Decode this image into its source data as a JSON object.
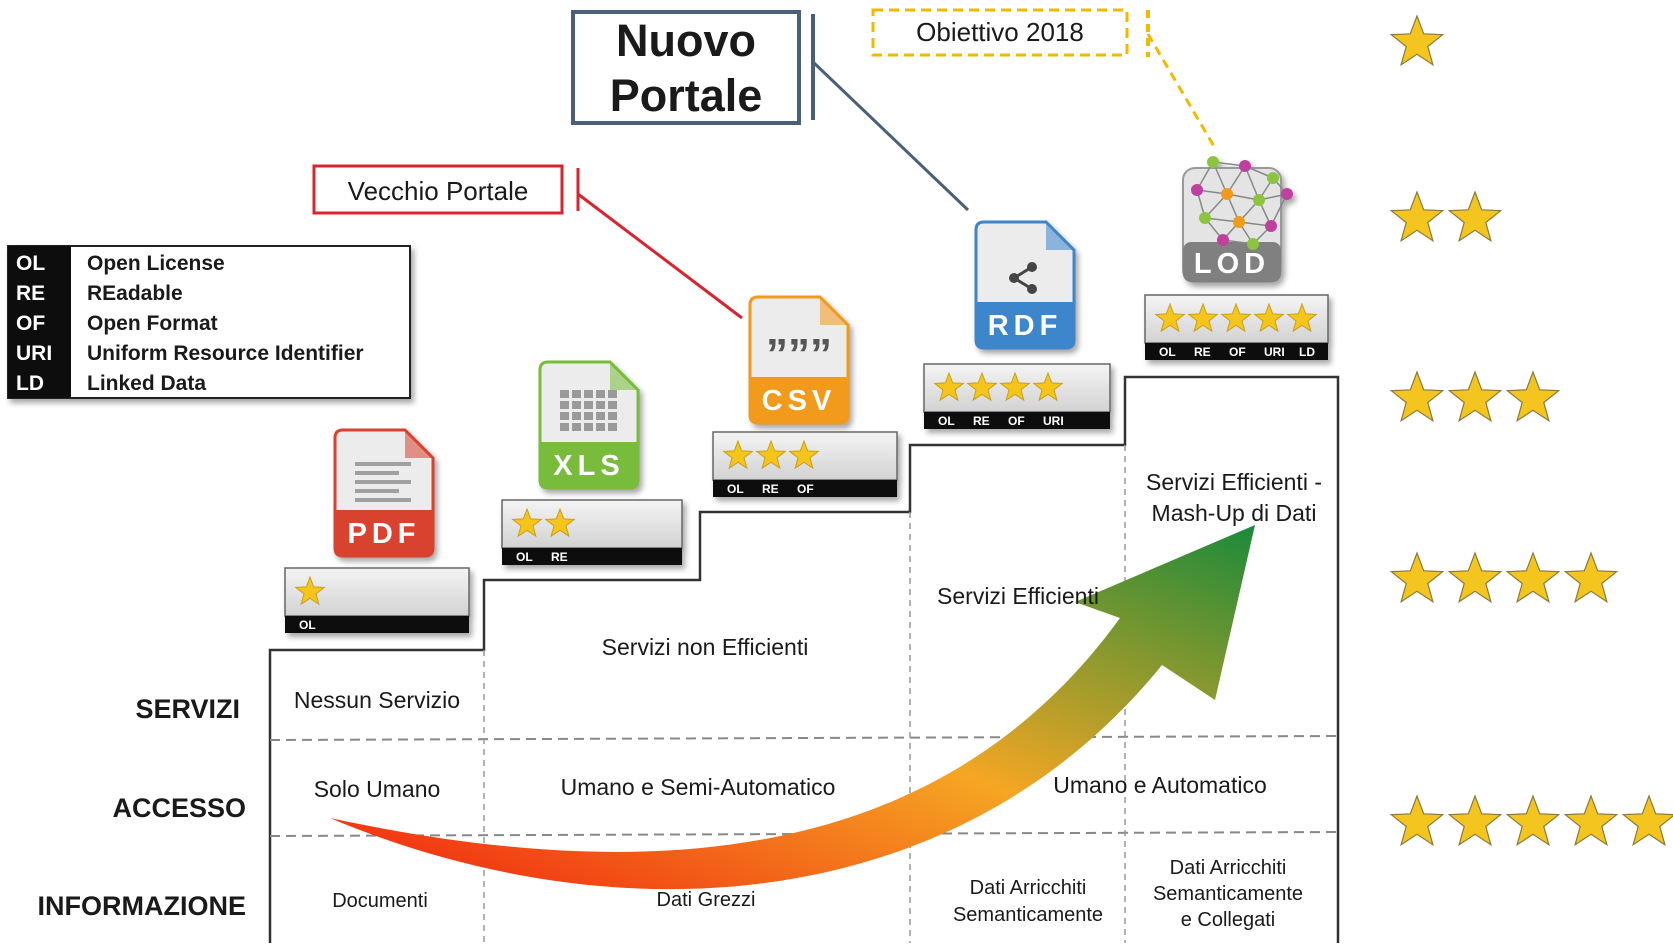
{
  "callouts": {
    "nuovo_portale_line1": "Nuovo",
    "nuovo_portale_line2": "Portale",
    "obiettivo": "Obiettivo 2018",
    "vecchio_portale": "Vecchio Portale",
    "colors": {
      "nuovo": "#4a5f78",
      "obiettivo": "#f5b800",
      "vecchio": "#d9232e"
    }
  },
  "legend": [
    {
      "abbr": "OL",
      "text": "Open License"
    },
    {
      "abbr": "RE",
      "text": "REadable"
    },
    {
      "abbr": "OF",
      "text": "Open Format"
    },
    {
      "abbr": "URI",
      "text": "Uniform Resource Identifier"
    },
    {
      "abbr": "LD",
      "text": "Linked Data"
    }
  ],
  "formats": [
    {
      "label": "PDF",
      "stars": 1,
      "tags": [
        "OL"
      ],
      "color": "#d9432f",
      "icon": "pdf-file-icon"
    },
    {
      "label": "XLS",
      "stars": 2,
      "tags": [
        "OL",
        "RE"
      ],
      "color": "#79bb3a",
      "icon": "xls-file-icon"
    },
    {
      "label": "CSV",
      "stars": 3,
      "tags": [
        "OL",
        "RE",
        "OF"
      ],
      "color": "#f29a1d",
      "icon": "csv-file-icon"
    },
    {
      "label": "RDF",
      "stars": 4,
      "tags": [
        "OL",
        "RE",
        "OF",
        "URI"
      ],
      "color": "#3d86cc",
      "icon": "rdf-file-icon"
    },
    {
      "label": "LOD",
      "stars": 5,
      "tags": [
        "OL",
        "RE",
        "OF",
        "URI",
        "LD"
      ],
      "color": "#808080",
      "icon": "lod-network-icon"
    }
  ],
  "rows": {
    "servizi": "SERVIZI",
    "accesso": "ACCESSO",
    "informazione": "INFORMAZIONE"
  },
  "cells": {
    "servizi": {
      "c1": "Nessun Servizio",
      "c2": "Servizi non Efficienti",
      "c3": "Servizi Efficienti",
      "c4_line1": "Servizi Efficienti -",
      "c4_line2": "Mash-Up di Dati"
    },
    "accesso": {
      "c1": "Solo Umano",
      "c2": "Umano e Semi-Automatico",
      "c3": "Umano e Automatico"
    },
    "informazione": {
      "c1": "Documenti",
      "c2": "Dati Grezzi",
      "c3_line1": "Dati Arricchiti",
      "c3_line2": "Semanticamente",
      "c4_line1": "Dati Arricchiti",
      "c4_line2": "Semanticamente",
      "c4_line3": "e Collegati"
    }
  },
  "star_scale": [
    1,
    2,
    3,
    4,
    5
  ],
  "arrow_colors": [
    "#f0200f",
    "#f5a623",
    "#1a8a3a"
  ],
  "star_color": "#f5c51f"
}
